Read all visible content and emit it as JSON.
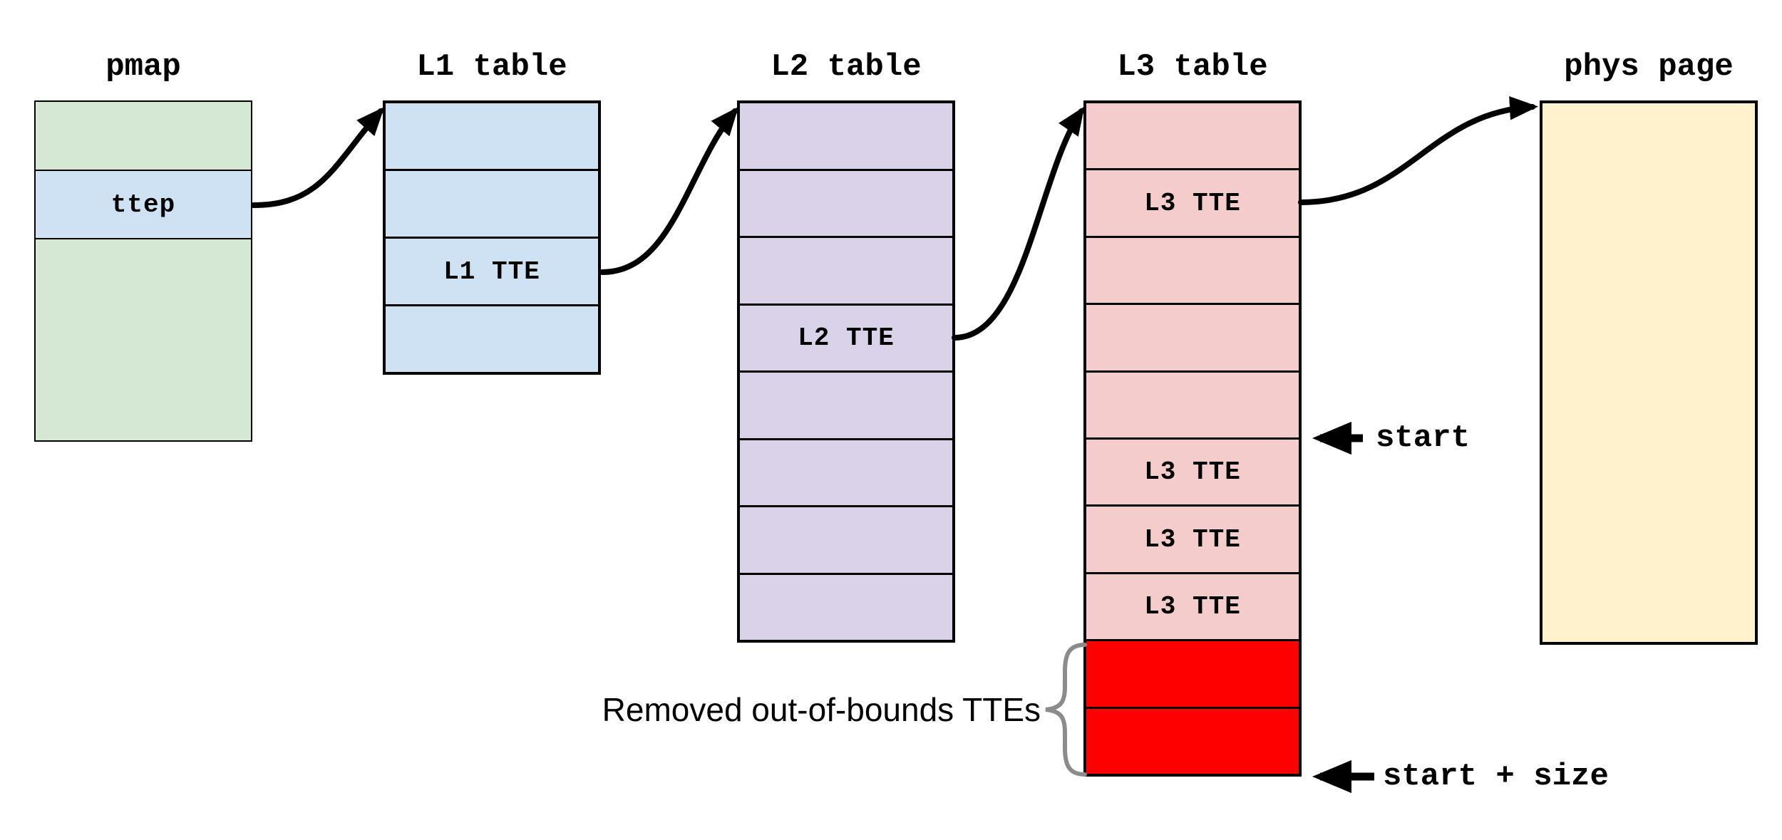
{
  "titles": {
    "pmap": "pmap",
    "l1": "L1 table",
    "l2": "L2 table",
    "l3": "L3 table",
    "phys": "phys page"
  },
  "cells": {
    "ttep": "ttep",
    "l1tte": "L1 TTE",
    "l2tte": "L2 TTE",
    "l3ttes": [
      "L3 TTE",
      "L3 TTE",
      "L3 TTE",
      "L3 TTE"
    ]
  },
  "annotations": {
    "start": "start",
    "start_size": "start + size",
    "removed": "Removed out-of-bounds TTEs"
  },
  "structure": {
    "pmap_rows": 3,
    "l1_rows": 4,
    "l2_rows": 8,
    "l3_pink_rows": 8,
    "l3_red_rows": 2
  },
  "colors": {
    "green": "#d5e8d4",
    "blue": "#cfe2f3",
    "purple": "#d9d2e9",
    "pink": "#f4cccc",
    "red": "#ff0000",
    "yellow": "#fff2cc",
    "outline": "#000000",
    "arrow": "#000000",
    "brace": "#8b8b8b"
  }
}
